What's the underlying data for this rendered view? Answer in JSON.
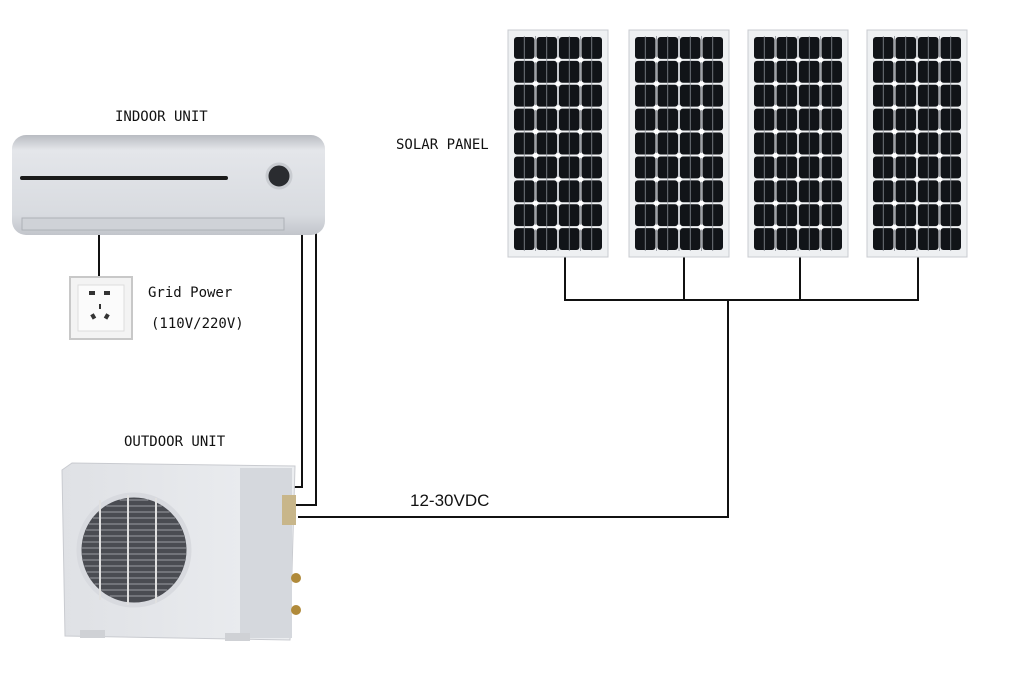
{
  "labels": {
    "indoor_unit": "INDOOR UNIT",
    "solar_panel": "SOLAR PANEL",
    "grid_power": "Grid Power",
    "grid_voltage": "(110V/220V)",
    "outdoor_unit": "OUTDOOR UNIT",
    "dc_voltage": "12-30VDC"
  },
  "solar_panel_count": 4,
  "colors": {
    "wire": "#111111",
    "unit_body": "#e6e8ec",
    "panel_cell": "#111418"
  }
}
